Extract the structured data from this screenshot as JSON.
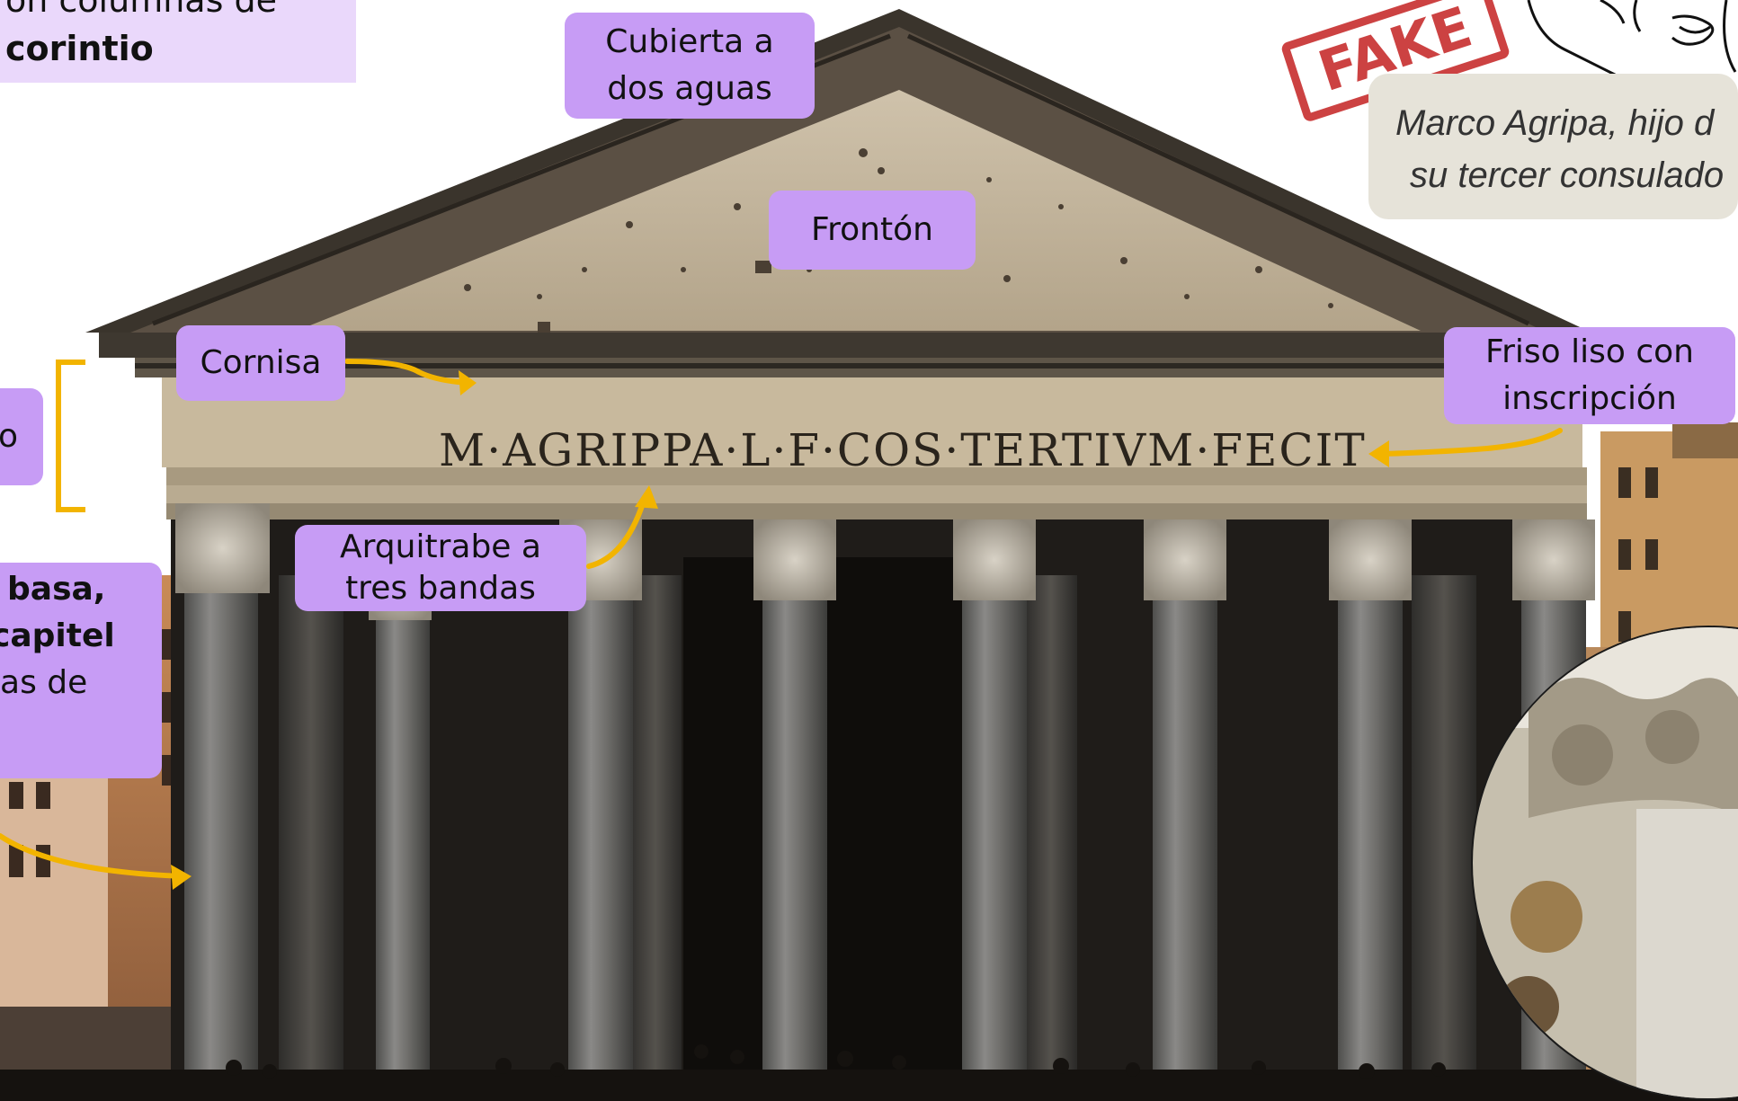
{
  "top_note": {
    "line1": "on columnas de",
    "line2": "corintio"
  },
  "labels": {
    "cubierta": [
      "Cubierta a",
      "dos aguas"
    ],
    "fronton": "Frontón",
    "cornisa": "Cornisa",
    "friso": [
      "Friso liso con",
      "inscripción"
    ],
    "arquitrabe": [
      "Arquitrabe a",
      "tres bandas"
    ],
    "columna_partial": [
      "basa,",
      "capitel",
      "jas de",
      ")"
    ],
    "entablamento_partial": "o"
  },
  "inscription": "M·AGRIPPA·L·F·COS·TERTIVM·FECIT",
  "stamp": "FAKE",
  "quote_note": {
    "line1": "Marco Agripa, hijo d",
    "line2": "su tercer consulado"
  },
  "colors": {
    "label_bg": "#c79cf5",
    "top_note_bg": "#ead8fb",
    "quote_bg": "#e6e3d9",
    "arrow": "#f2b400",
    "stamp": "#c62828"
  }
}
